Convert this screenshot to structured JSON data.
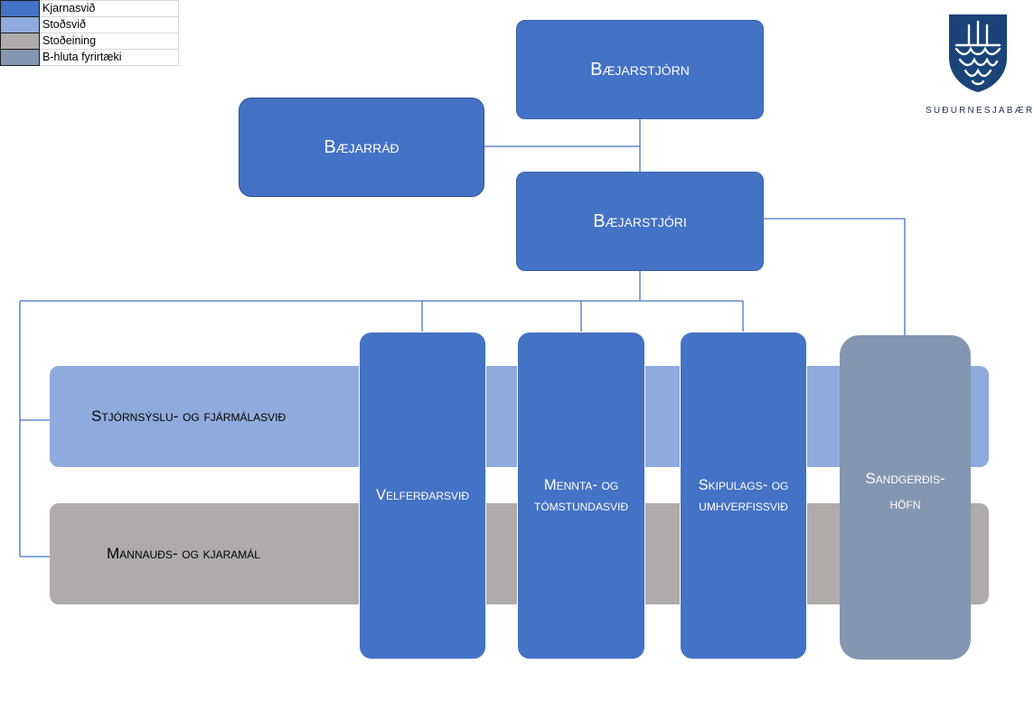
{
  "legend": [
    {
      "label": "Kjarnasvið",
      "color": "#4472c4"
    },
    {
      "label": "Stoðsvið",
      "color": "#8faadc"
    },
    {
      "label": "Stoðeining",
      "color": "#afabab"
    },
    {
      "label": "B-hluta fyrirtæki",
      "color": "#8497b0"
    }
  ],
  "org": {
    "council": "Bæjarstjórn",
    "board": "Bæjarráð",
    "mayor": "Bæjarstjóri",
    "bands": {
      "admin_finance": "Stjórnsýslu- og fjármálasvið",
      "hr": "Mannauðs- og kjaramál"
    },
    "divisions": {
      "welfare": "Velferðarsvið",
      "education": "Mennta- og tómstundasvið",
      "planning": "Skipulags- og umhverfissvið"
    },
    "harbor": "Sandgerðis-höfn"
  },
  "logo": {
    "wordmark": "SUÐURNESJABÆR",
    "color": "#1a4478"
  },
  "colors": {
    "core": "#4472c4",
    "support": "#8faadc",
    "support_unit": "#afabab",
    "b_part": "#8497b0",
    "line": "#4472c4"
  }
}
